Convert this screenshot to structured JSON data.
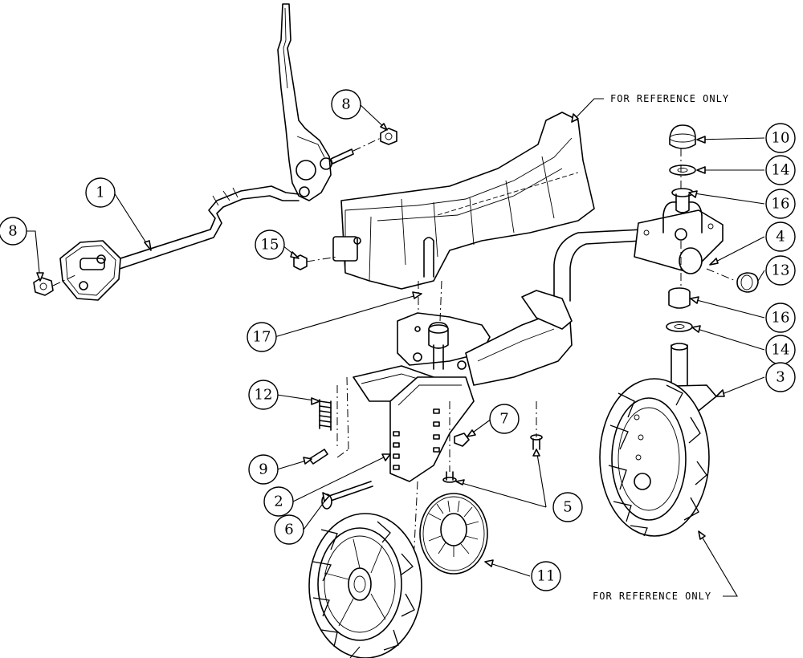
{
  "notes": {
    "top": "FOR REFERENCE ONLY",
    "bottom": "FOR REFERENCE ONLY"
  },
  "callouts": {
    "c1": "1",
    "c2": "2",
    "c3": "3",
    "c4": "4",
    "c5": "5",
    "c6": "6",
    "c7": "7",
    "c8a": "8",
    "c8b": "8",
    "c9": "9",
    "c10": "10",
    "c11": "11",
    "c12": "12",
    "c13": "13",
    "c14a": "14",
    "c14b": "14",
    "c15": "15",
    "c16a": "16",
    "c16b": "16",
    "c17": "17"
  }
}
